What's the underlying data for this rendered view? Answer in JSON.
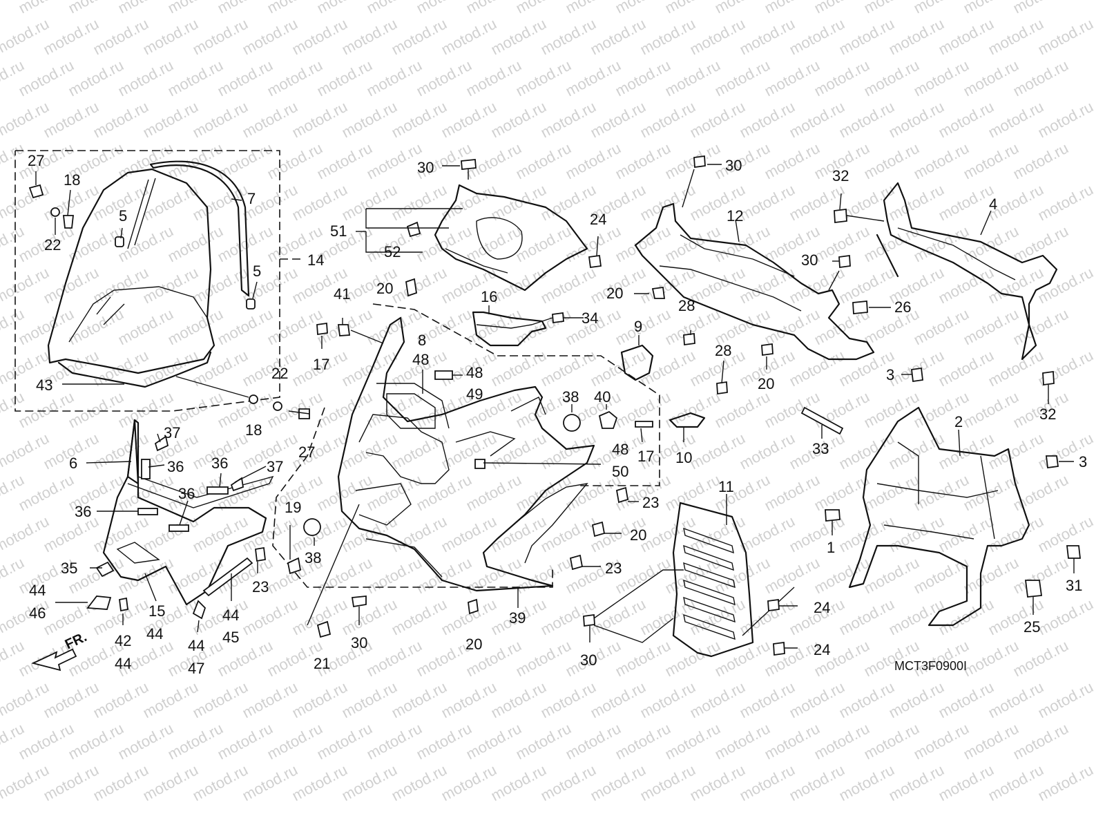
{
  "watermark": "motod.ru",
  "diagram_code": "MCT3F0900I",
  "direction_label": "FR.",
  "callouts": [
    {
      "text": "27"
    },
    {
      "text": "18"
    },
    {
      "text": "22"
    },
    {
      "text": "5"
    },
    {
      "text": "7"
    },
    {
      "text": "5"
    },
    {
      "text": "14"
    },
    {
      "text": "43"
    },
    {
      "text": "18"
    },
    {
      "text": "22"
    },
    {
      "text": "27"
    },
    {
      "text": "30"
    },
    {
      "text": "51"
    },
    {
      "text": "52"
    },
    {
      "text": "24"
    },
    {
      "text": "20"
    },
    {
      "text": "41"
    },
    {
      "text": "17"
    },
    {
      "text": "8"
    },
    {
      "text": "48"
    },
    {
      "text": "48"
    },
    {
      "text": "49"
    },
    {
      "text": "16"
    },
    {
      "text": "34"
    },
    {
      "text": "38"
    },
    {
      "text": "40"
    },
    {
      "text": "17"
    },
    {
      "text": "48"
    },
    {
      "text": "50"
    },
    {
      "text": "19"
    },
    {
      "text": "38"
    },
    {
      "text": "21"
    },
    {
      "text": "30"
    },
    {
      "text": "20"
    },
    {
      "text": "39"
    },
    {
      "text": "37"
    },
    {
      "text": "6"
    },
    {
      "text": "36"
    },
    {
      "text": "36"
    },
    {
      "text": "37"
    },
    {
      "text": "36"
    },
    {
      "text": "36"
    },
    {
      "text": "35"
    },
    {
      "text": "23"
    },
    {
      "text": "44"
    },
    {
      "text": "46"
    },
    {
      "text": "15"
    },
    {
      "text": "44"
    },
    {
      "text": "42"
    },
    {
      "text": "44"
    },
    {
      "text": "44"
    },
    {
      "text": "47"
    },
    {
      "text": "44"
    },
    {
      "text": "45"
    },
    {
      "text": "30"
    },
    {
      "text": "12"
    },
    {
      "text": "32"
    },
    {
      "text": "4"
    },
    {
      "text": "30"
    },
    {
      "text": "20"
    },
    {
      "text": "28"
    },
    {
      "text": "26"
    },
    {
      "text": "9"
    },
    {
      "text": "28"
    },
    {
      "text": "20"
    },
    {
      "text": "3"
    },
    {
      "text": "32"
    },
    {
      "text": "10"
    },
    {
      "text": "33"
    },
    {
      "text": "2"
    },
    {
      "text": "3"
    },
    {
      "text": "23"
    },
    {
      "text": "20"
    },
    {
      "text": "23"
    },
    {
      "text": "11"
    },
    {
      "text": "24"
    },
    {
      "text": "30"
    },
    {
      "text": "24"
    },
    {
      "text": "1"
    },
    {
      "text": "31"
    },
    {
      "text": "25"
    }
  ]
}
